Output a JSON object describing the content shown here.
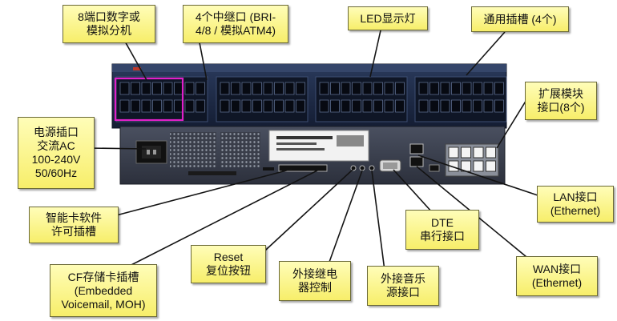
{
  "callouts": {
    "analog_ext": "8端口数字或\n模拟分机",
    "trunk": "4个中继口 (BRI-\n4/8 / 模拟ATM4)",
    "led": "LED显示灯",
    "slots": "通用插槽 (4个)",
    "expansion": "扩展模块\n接口(8个)",
    "power": "电源插口\n交流AC\n100-240V\n50/60Hz",
    "lan": "LAN接口\n(Ethernet)",
    "smartcard": "智能卡软件\n许可插槽",
    "dte": "DTE\n串行接口",
    "wan": "WAN接口\n(Ethernet)",
    "cf": "CF存储卡插槽\n(Embedded\nVoicemail, MOH)",
    "reset": "Reset\n复位按钮",
    "relay": "外接继电\n器控制",
    "music": "外接音乐\n源接口"
  },
  "colors": {
    "callout_fill": "#f7ee6a",
    "callout_border": "#6b6a38",
    "leader": "#141414",
    "chassis": "#1c2a45",
    "highlight": "#e020c8"
  }
}
